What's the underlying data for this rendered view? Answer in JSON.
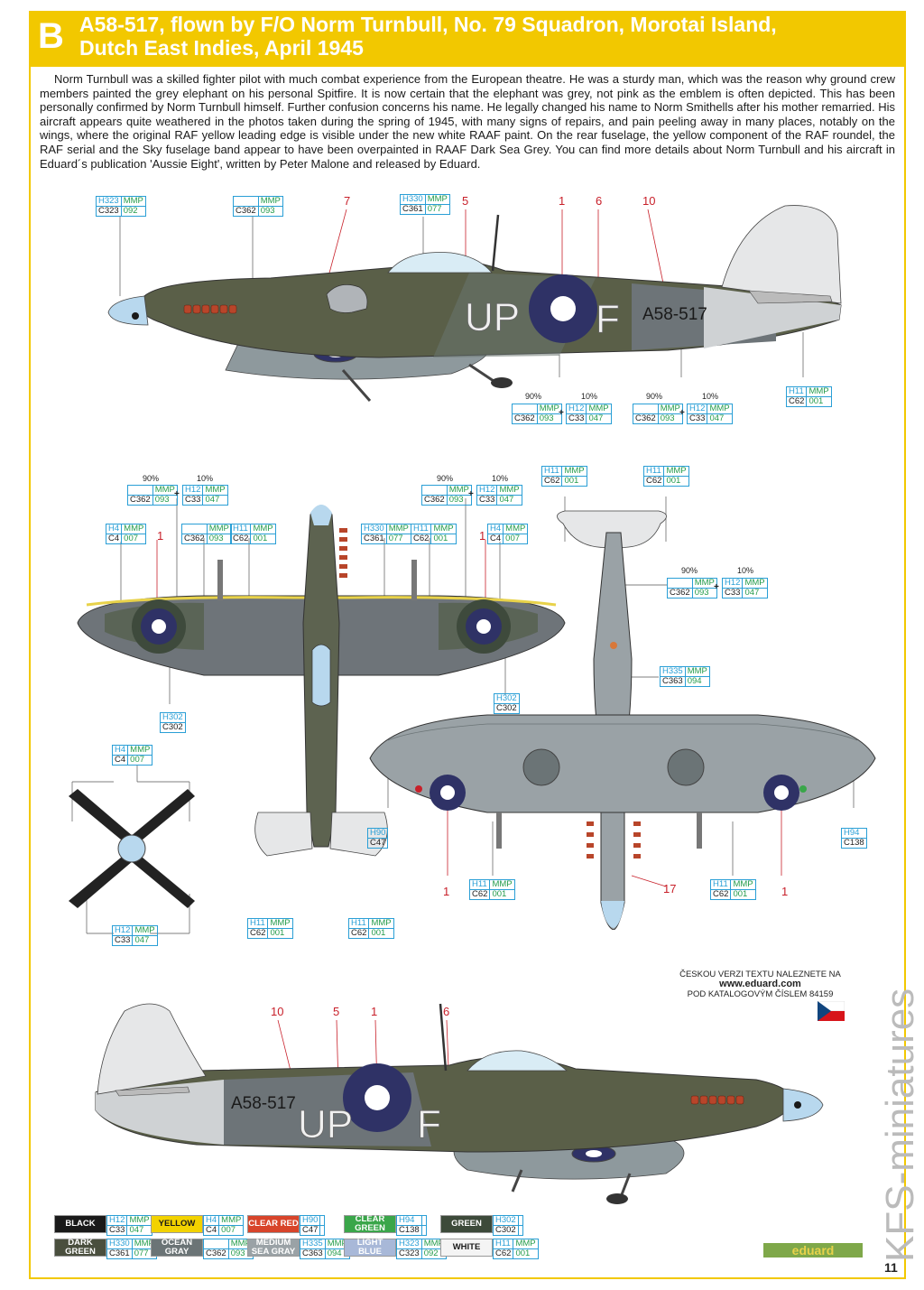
{
  "header": {
    "letter": "B",
    "title_line1": "A58-517, flown by F/O Norm Turnbull, No. 79 Squadron, Morotai Island,",
    "title_line2": "Dutch East Indies, April 1945"
  },
  "intro": "Norm Turnbull was a skilled fighter pilot with much combat experience from the European theatre. He was a sturdy man, which was the reason why ground crew members painted the grey elephant on his personal Spitfire. It is now certain that the elephant was grey, not pink as the emblem is often depicted. This has been personally confirmed by Norm Turnbull himself. Further confusion concerns his name. He legally changed his name to Norm Smithells after his mother remarried. His aircraft appears quite weathered in the photos taken during the spring of 1945, with many signs of repairs, and pain peeling away in many places, notably on the wings, where the original RAF yellow leading edge is visible under the new white RAAF paint. On the rear fuselage, the yellow component of the RAF roundel, the RAF serial and the Sky fuselage band appear to have been overpainted in RAAF Dark Sea Grey. You can find more details about Norm Turnbull and his aircraft in Eduard´s publication 'Aussie Eight', written by Peter Malone and released by Eduard.",
  "markings": {
    "code_letters": "UP",
    "code_individual": "F",
    "serial": "A58-517"
  },
  "numbers": {
    "n7": "7",
    "n5": "5",
    "n1": "1",
    "n6": "6",
    "n10": "10",
    "n17": "17"
  },
  "mmp": "MMP",
  "pct90": "90%",
  "pct10": "10%",
  "plus": "+",
  "codes": {
    "H323": "H323",
    "C323": "C323",
    "M092": "092",
    "C362": "C362",
    "M093": "093",
    "H330": "H330",
    "C361": "C361",
    "M077": "077",
    "H11": "H11",
    "C62": "C62",
    "M001": "001",
    "H12": "H12",
    "C33": "C33",
    "M047": "047",
    "H4": "H4",
    "C4": "C4",
    "M007": "007",
    "H302": "H302",
    "C302": "C302",
    "H335": "H335",
    "C363": "C363",
    "M094": "094",
    "H90": "H90",
    "C47": "C47",
    "H94": "H94",
    "C138": "C138"
  },
  "legend": [
    {
      "name": "BLACK",
      "h": "H12",
      "c": "C33",
      "m": "047",
      "color": "#1a1a1a",
      "text": "#ffffff"
    },
    {
      "name": "YELLOW",
      "h": "H4",
      "c": "C4",
      "m": "007",
      "color": "#f2d200",
      "text": "#1a1a1a"
    },
    {
      "name": "CLEAR RED",
      "h": "H90",
      "c": "C47",
      "m": "",
      "color": "#d8442a",
      "text": "#ffffff"
    },
    {
      "name": "CLEAR GREEN",
      "h": "H94",
      "c": "C138",
      "m": "",
      "color": "#3aa64a",
      "text": "#ffffff"
    },
    {
      "name": "GREEN",
      "h": "H302",
      "c": "C302",
      "m": "",
      "color": "#3d4a3a",
      "text": "#ffffff"
    },
    {
      "name": "DARK GREEN",
      "h": "H330",
      "c": "C361",
      "m": "077",
      "color": "#4a4f3e",
      "text": "#ffffff"
    },
    {
      "name": "OCEAN GRAY",
      "h": "",
      "c": "C362",
      "m": "093",
      "color": "#6b7476",
      "text": "#ffffff"
    },
    {
      "name": "MEDIUM SEA GRAY",
      "h": "H335",
      "c": "C363",
      "m": "094",
      "color": "#9aa2a6",
      "text": "#ffffff"
    },
    {
      "name": "LIGHT BLUE",
      "h": "H323",
      "c": "C323",
      "m": "092",
      "color": "#a8b8d8",
      "text": "#ffffff"
    },
    {
      "name": "WHITE",
      "h": "H11",
      "c": "C62",
      "m": "001",
      "color": "#f4f4f4",
      "text": "#1a1a1a"
    }
  ],
  "czech": {
    "line1": "ČESKOU VERZI TEXTU NALEZNETE NA",
    "url": "www.eduard.com",
    "line3": "POD KATALOGOVÝM ČÍSLEM",
    "catalog": "84159"
  },
  "brand": "eduard",
  "watermark": "KFS-miniatures",
  "page_number": "11"
}
